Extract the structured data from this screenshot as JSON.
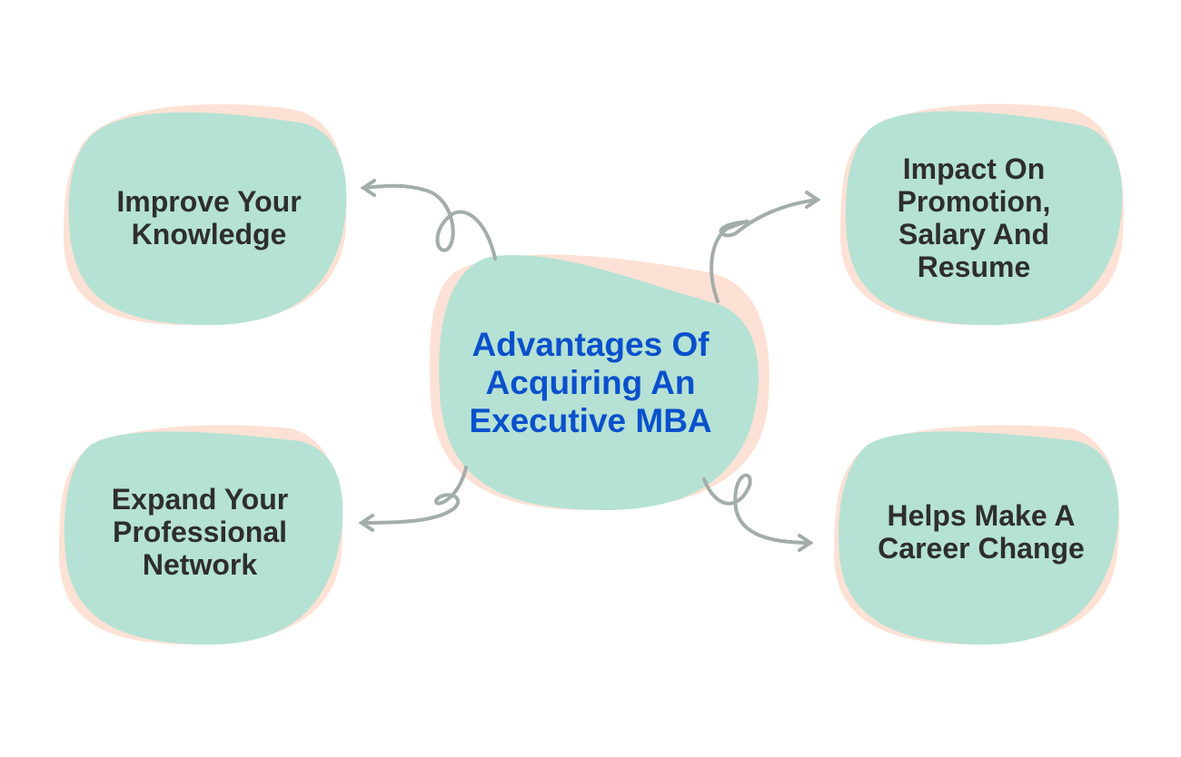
{
  "center": {
    "lines": [
      "Advantages Of",
      "Acquiring An",
      "Executive MBA"
    ]
  },
  "nodes": [
    {
      "lines": [
        "Improve Your",
        "Knowledge"
      ]
    },
    {
      "lines": [
        "Impact On",
        "Promotion,",
        "Salary And",
        "Resume"
      ]
    },
    {
      "lines": [
        "Expand Your",
        "Professional",
        "Network"
      ]
    },
    {
      "lines": [
        "Helps Make A",
        "Career Change"
      ]
    }
  ],
  "colors": {
    "blob": "#b5e2d4",
    "shadow": "#fde1d5",
    "arrow": "#a3ada9",
    "center_text": "#0a50cc",
    "text": "#2e2e2e"
  }
}
